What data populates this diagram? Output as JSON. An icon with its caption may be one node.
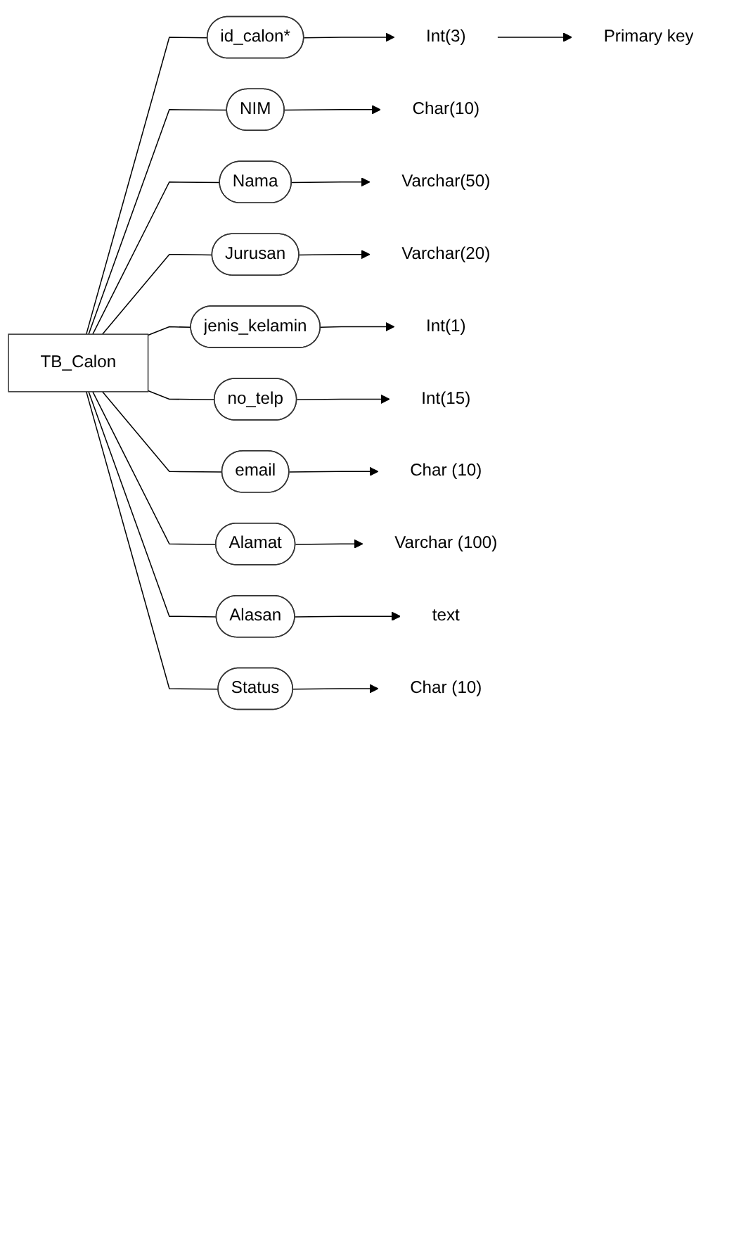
{
  "diagram": {
    "nodes": [
      {
        "text": [
          "TB_Calon"
        ]
      },
      {
        "text": [
          "id_calon*"
        ]
      },
      {
        "text": [
          "Int(3)"
        ]
      },
      {
        "text": [
          "Primary key"
        ]
      },
      {
        "text": [
          "NIM"
        ]
      },
      {
        "text": [
          "Char(10)"
        ]
      },
      {
        "text": [
          "Nama"
        ]
      },
      {
        "text": [
          "Varchar(50)"
        ]
      },
      {
        "text": [
          "Jurusan"
        ]
      },
      {
        "text": [
          "Varchar(20)"
        ]
      },
      {
        "text": [
          "jenis_kelamin"
        ]
      },
      {
        "text": [
          "Int(1)"
        ]
      },
      {
        "text": [
          "no_telp"
        ]
      },
      {
        "text": [
          "Int(15)"
        ]
      },
      {
        "text": [
          "email"
        ]
      },
      {
        "text": [
          "Char (10)"
        ]
      },
      {
        "text": [
          "Alamat"
        ]
      },
      {
        "text": [
          "Varchar (100)"
        ]
      },
      {
        "text": [
          "Alasan"
        ]
      },
      {
        "text": [
          "text"
        ]
      },
      {
        "text": [
          "Status"
        ]
      },
      {
        "text": [
          "Char (10)"
        ]
      }
    ],
    "edges": [
      {
        "from": 0,
        "to": 1,
        "arrow": "none"
      },
      {
        "from": 1,
        "to": 2,
        "arrow": "to"
      },
      {
        "from": 2,
        "to": 3,
        "arrow": "to"
      },
      {
        "from": 0,
        "to": 4,
        "arrow": "none"
      },
      {
        "from": 4,
        "to": 5,
        "arrow": "to"
      },
      {
        "from": 0,
        "to": 6,
        "arrow": "none"
      },
      {
        "from": 6,
        "to": 7,
        "arrow": "to"
      },
      {
        "from": 0,
        "to": 8,
        "arrow": "none"
      },
      {
        "from": 8,
        "to": 9,
        "arrow": "to"
      },
      {
        "from": 0,
        "to": 10,
        "arrow": "none"
      },
      {
        "from": 10,
        "to": 11,
        "arrow": "to"
      },
      {
        "from": 0,
        "to": 12,
        "arrow": "none"
      },
      {
        "from": 12,
        "to": 13,
        "arrow": "to"
      },
      {
        "from": 0,
        "to": 14,
        "arrow": "none"
      },
      {
        "from": 14,
        "to": 15,
        "arrow": "to"
      },
      {
        "from": 0,
        "to": 16,
        "arrow": "none"
      },
      {
        "from": 16,
        "to": 17,
        "arrow": "to"
      },
      {
        "from": 0,
        "to": 18,
        "arrow": "none"
      },
      {
        "from": 18,
        "to": 19,
        "arrow": "to"
      },
      {
        "from": 0,
        "to": 20,
        "arrow": "none"
      },
      {
        "from": 20,
        "to": 21,
        "arrow": "to"
      }
    ]
  }
}
